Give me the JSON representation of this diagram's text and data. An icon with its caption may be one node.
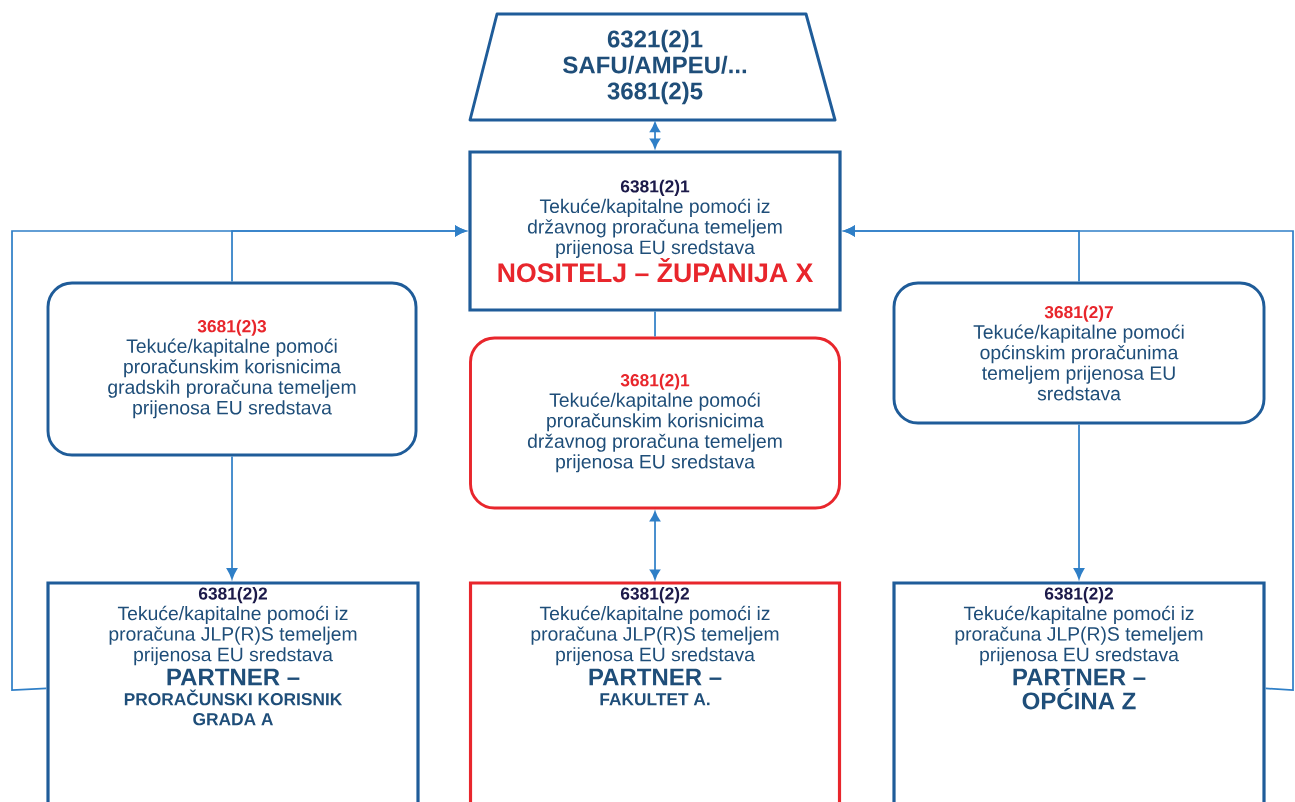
{
  "diagram": {
    "nodes": [
      {
        "text": [
          "6321(2)1 SAFU/AMPEU/... 3681(2)5"
        ]
      },
      {
        "text": [
          "6381(2)1",
          "Tekuće/kapitalne pomoći iz državnog proračuna temeljem prijenosa EU sredstava",
          "NOSITELJ – ŽUPANIJA X"
        ]
      },
      {
        "text": [
          "3681(2)3",
          "Tekuće/kapitalne pomoći proračunskim korisnicima gradskih proračuna temeljem prijenosa EU sredstava"
        ]
      },
      {
        "text": [
          "3681(2)1",
          "Tekuće/kapitalne pomoći proračunskim korisnicima državnog proračuna temeljem prijenosa EU sredstava"
        ]
      },
      {
        "text": [
          "3681(2)7",
          "Tekuće/kapitalne pomoći općinskim proračunima temeljem prijenosa EU sredstava"
        ]
      },
      {
        "text": [
          "6381(2)2",
          "Tekuće/kapitalne pomoći iz proračuna JLP(R)S temeljem prijenosa EU sredstava",
          "PARTNER –",
          "PRORAČUNSKI KORISNIK GRADA A"
        ]
      },
      {
        "text": [
          "6381(2)2",
          "Tekuće/kapitalne pomoći iz proračuna JLP(R)S temeljem prijenosa EU sredstava",
          "PARTNER –",
          "FAKULTET A."
        ]
      },
      {
        "text": [
          "6381(2)2",
          "Tekuće/kapitalne pomoći iz proračuna JLP(R)S temeljem prijenosa EU sredstava",
          "PARTNER –",
          "OPĆINA Z"
        ]
      }
    ],
    "edges": [
      {
        "from": 0,
        "to": 1,
        "arrow": "both"
      },
      {
        "from": 2,
        "to": 1,
        "arrow": "to"
      },
      {
        "from": 5,
        "to": 1,
        "arrow": "to"
      },
      {
        "from": 4,
        "to": 1,
        "arrow": "to"
      },
      {
        "from": 7,
        "to": 1,
        "arrow": "to"
      },
      {
        "from": 1,
        "to": 3,
        "arrow": "none"
      },
      {
        "from": 2,
        "to": 5,
        "arrow": "to"
      },
      {
        "from": 3,
        "to": 6,
        "arrow": "both"
      },
      {
        "from": 4,
        "to": 7,
        "arrow": "to"
      }
    ]
  }
}
